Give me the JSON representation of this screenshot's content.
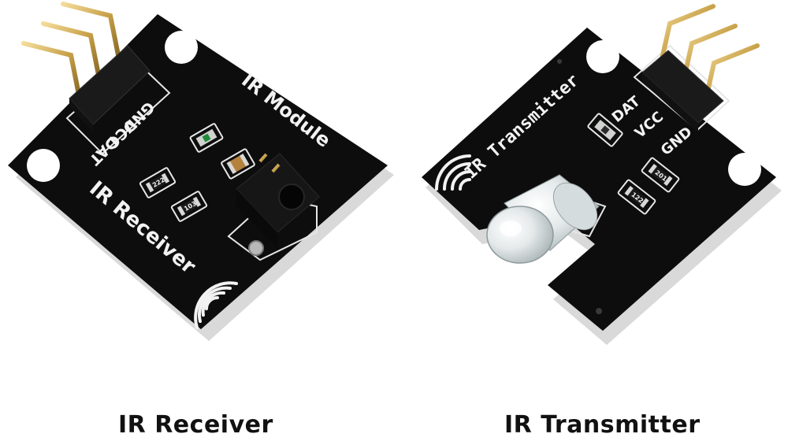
{
  "captions": {
    "receiver": "IR Receiver",
    "transmitter": "IR Transmitter"
  },
  "receiver_board": {
    "module_label": "IR Module",
    "name_label": "IR Receiver",
    "pins": [
      "GND",
      "VCC",
      "DAT"
    ],
    "resistor_1": "222",
    "resistor_2": "103"
  },
  "transmitter_board": {
    "name_label": "IR Transmitter",
    "pins": [
      "DAT",
      "VCC",
      "GND"
    ],
    "resistor_1": "201",
    "resistor_2": "122"
  },
  "colors": {
    "pcb": "#0d0d0d",
    "pcb_edge": "#d9d9d9",
    "silkscreen": "#f2f2f2",
    "header_pin": "#c9a24a",
    "background": "#ffffff"
  },
  "icons": [
    "signal-waves-icon"
  ]
}
